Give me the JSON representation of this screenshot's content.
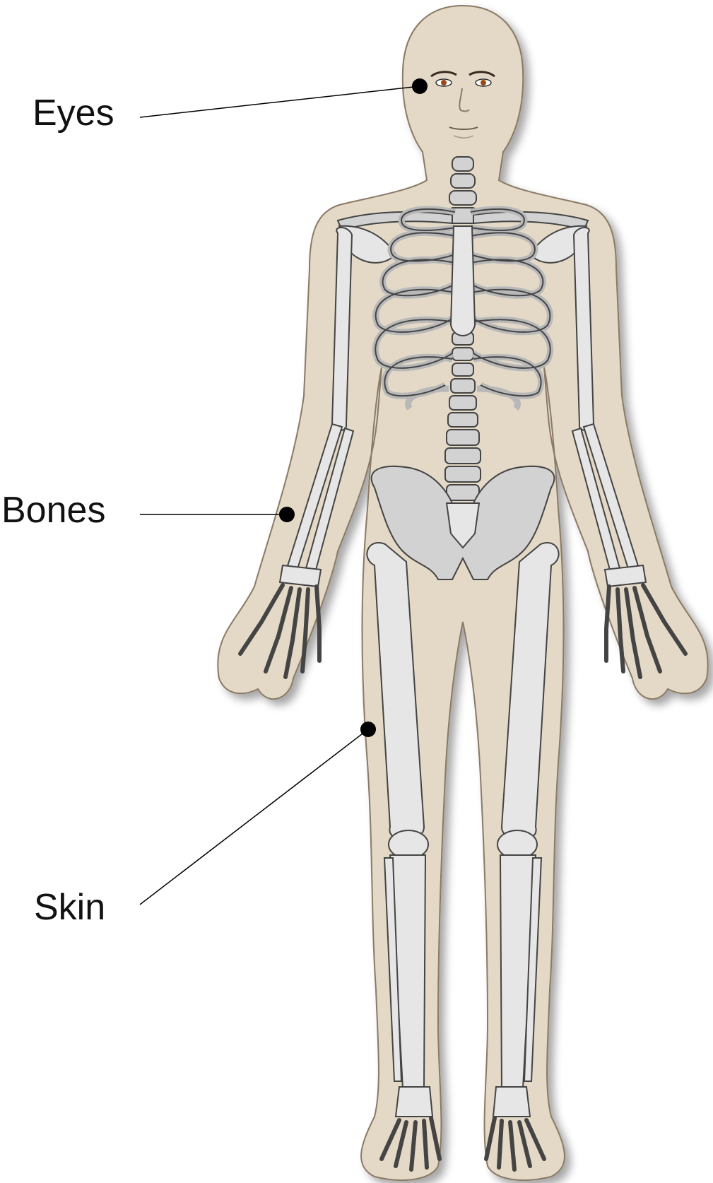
{
  "labels": {
    "eyes": "Eyes",
    "bones": "Bones",
    "skin": "Skin"
  },
  "colors": {
    "skin": "#e3d9c6",
    "skin_outline": "#8a7a66",
    "bone": "#d2d2d2",
    "bone_light": "#f0f0f0",
    "bone_outline": "#444444",
    "iris": "#9a4a1a",
    "leader": "#000000"
  }
}
